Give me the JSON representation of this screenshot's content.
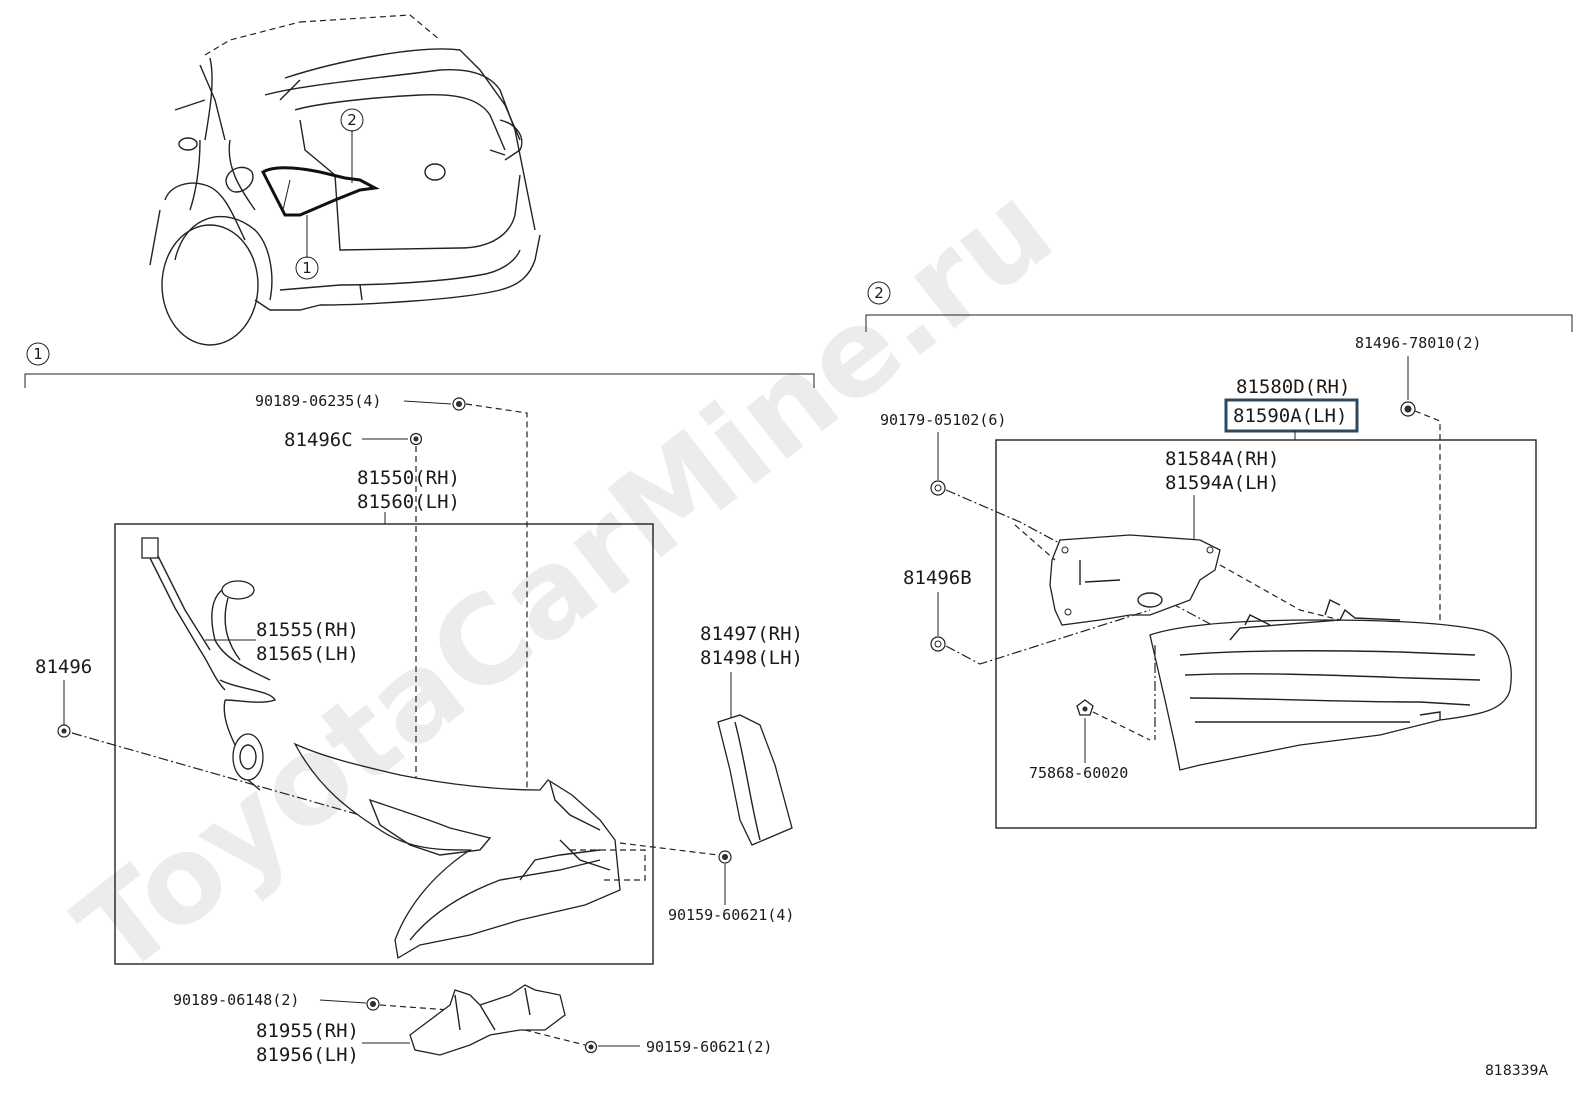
{
  "watermark": "ToyotaCarMine.ru",
  "reference_id": "818339A",
  "vehicle_callouts": [
    "2",
    "1"
  ],
  "section_1": {
    "number": "1",
    "labels": {
      "bolt_top": "90189-06235(4)",
      "clip_c": "81496C",
      "lamp_rh": "81550(RH)",
      "lamp_lh": "81560(LH)",
      "socket_rh": "81555(RH)",
      "socket_lh": "81565(LH)",
      "clip_left": "81496",
      "cover_rh": "81497(RH)",
      "cover_lh": "81498(LH)",
      "screw_right": "90159-60621(4)",
      "bolt_bottom": "90189-06148(2)",
      "bracket_rh": "81955(RH)",
      "bracket_lh": "81956(LH)",
      "screw_bottom": "90159-60621(2)"
    }
  },
  "section_2": {
    "number": "2",
    "labels": {
      "clip_top": "81496-78010(2)",
      "lamp_rh": "81580D(RH)",
      "lamp_lh": "81590A(LH)",
      "nut": "90179-05102(6)",
      "gasket_rh": "81584A(RH)",
      "gasket_lh": "81594A(LH)",
      "clip_b": "81496B",
      "pin": "75868-60020"
    }
  }
}
